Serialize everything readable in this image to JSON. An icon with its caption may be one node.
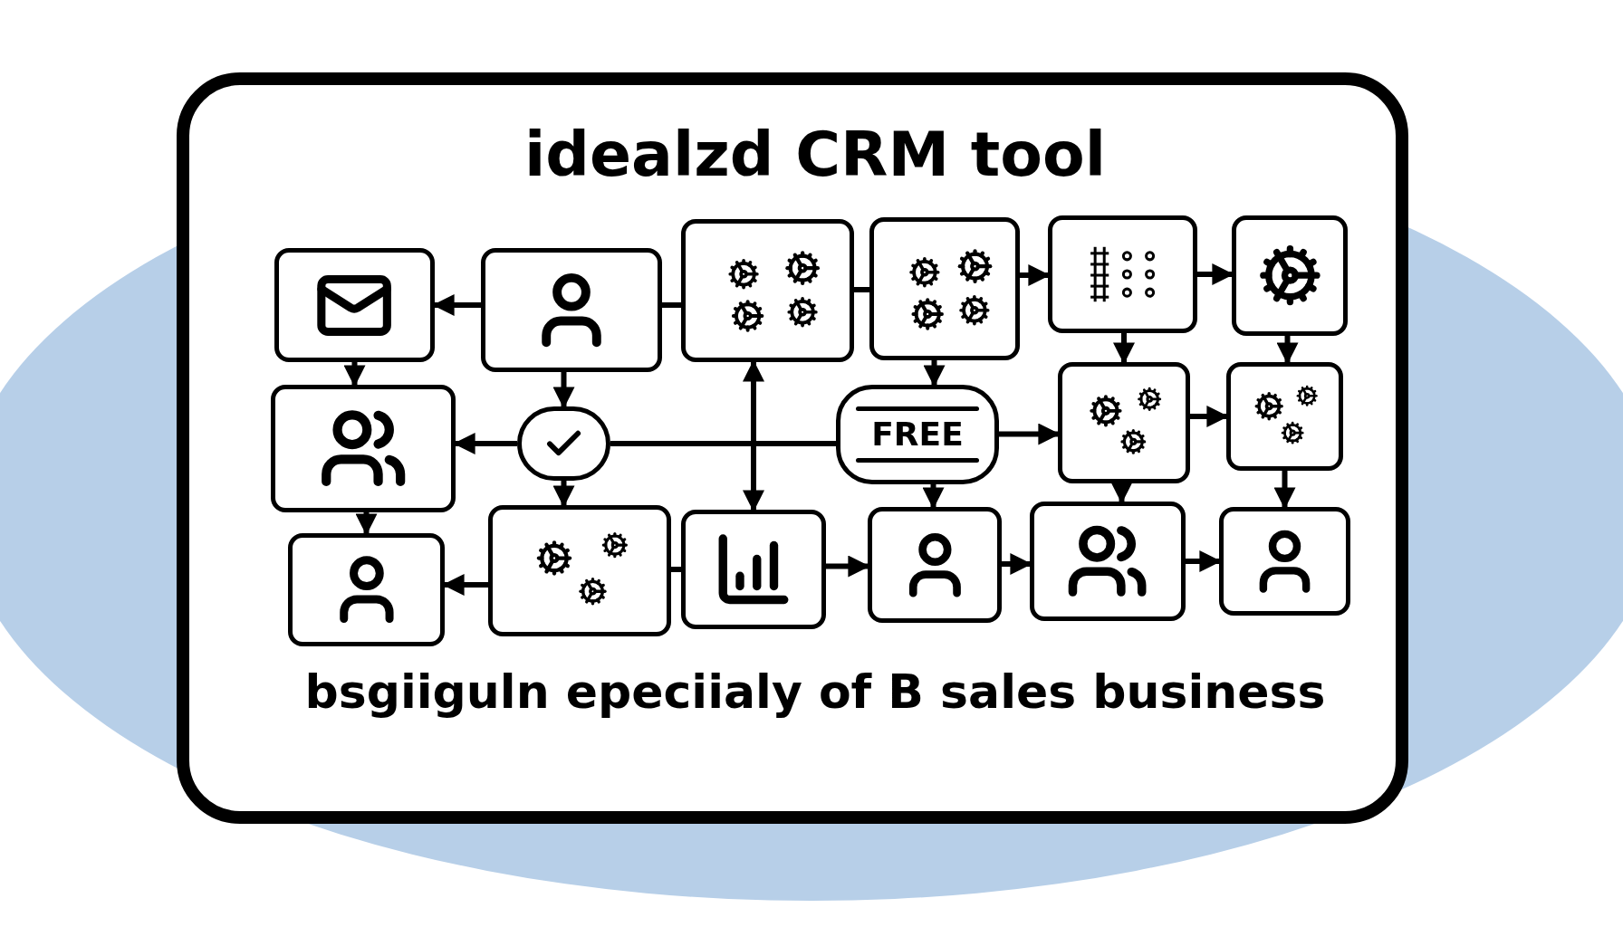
{
  "diagram": {
    "title": "idealzd CRM tool",
    "caption": "bsgiiguln epeciialy of B sales business",
    "nodes": [
      {
        "text": [],
        "shape": "box"
      },
      {
        "text": [],
        "shape": "box"
      },
      {
        "text": [],
        "shape": "box"
      },
      {
        "text": [],
        "shape": "box"
      },
      {
        "text": [],
        "shape": "box"
      },
      {
        "text": [],
        "shape": "box"
      },
      {
        "text": [],
        "shape": "box"
      },
      {
        "text": [],
        "shape": "circle"
      },
      {
        "text": [
          "FREE"
        ]
      },
      {
        "text": [],
        "shape": "box"
      },
      {
        "text": [],
        "shape": "box"
      },
      {
        "text": [],
        "shape": "box"
      },
      {
        "text": [],
        "shape": "box"
      },
      {
        "text": [],
        "shape": "box"
      },
      {
        "text": [],
        "shape": "box"
      },
      {
        "text": [],
        "shape": "box"
      },
      {
        "text": [],
        "shape": "box"
      }
    ],
    "edges": [
      {
        "from": 1,
        "to": 0,
        "arrow": "to"
      },
      {
        "from": 1,
        "to": 2,
        "arrow": "none"
      },
      {
        "from": 2,
        "to": 3,
        "arrow": "none"
      },
      {
        "from": 3,
        "to": 4,
        "arrow": "to"
      },
      {
        "from": 4,
        "to": 5,
        "arrow": "to"
      },
      {
        "from": 0,
        "to": 6,
        "arrow": "to"
      },
      {
        "from": 1,
        "to": 7,
        "arrow": "to"
      },
      {
        "from": 3,
        "to": 8,
        "arrow": "to"
      },
      {
        "from": 4,
        "to": 9,
        "arrow": "to"
      },
      {
        "from": 5,
        "to": 10,
        "arrow": "to"
      },
      {
        "from": 7,
        "to": 6,
        "arrow": "to"
      },
      {
        "from": 7,
        "to": 8,
        "arrow": "none"
      },
      {
        "from": 2,
        "to": 13,
        "arrow": "both"
      },
      {
        "from": 8,
        "to": 9,
        "arrow": "to"
      },
      {
        "from": 9,
        "to": 10,
        "arrow": "to"
      },
      {
        "from": 6,
        "to": 11,
        "arrow": "to"
      },
      {
        "from": 7,
        "to": 12,
        "arrow": "to"
      },
      {
        "from": 8,
        "to": 14,
        "arrow": "to"
      },
      {
        "from": 9,
        "to": 15,
        "arrow": "to"
      },
      {
        "from": 10,
        "to": 16,
        "arrow": "to"
      },
      {
        "from": 12,
        "to": 11,
        "arrow": "to"
      },
      {
        "from": 12,
        "to": 13,
        "arrow": "none"
      },
      {
        "from": 13,
        "to": 14,
        "arrow": "to"
      },
      {
        "from": 14,
        "to": 15,
        "arrow": "to"
      },
      {
        "from": 15,
        "to": 16,
        "arrow": "to"
      }
    ]
  }
}
